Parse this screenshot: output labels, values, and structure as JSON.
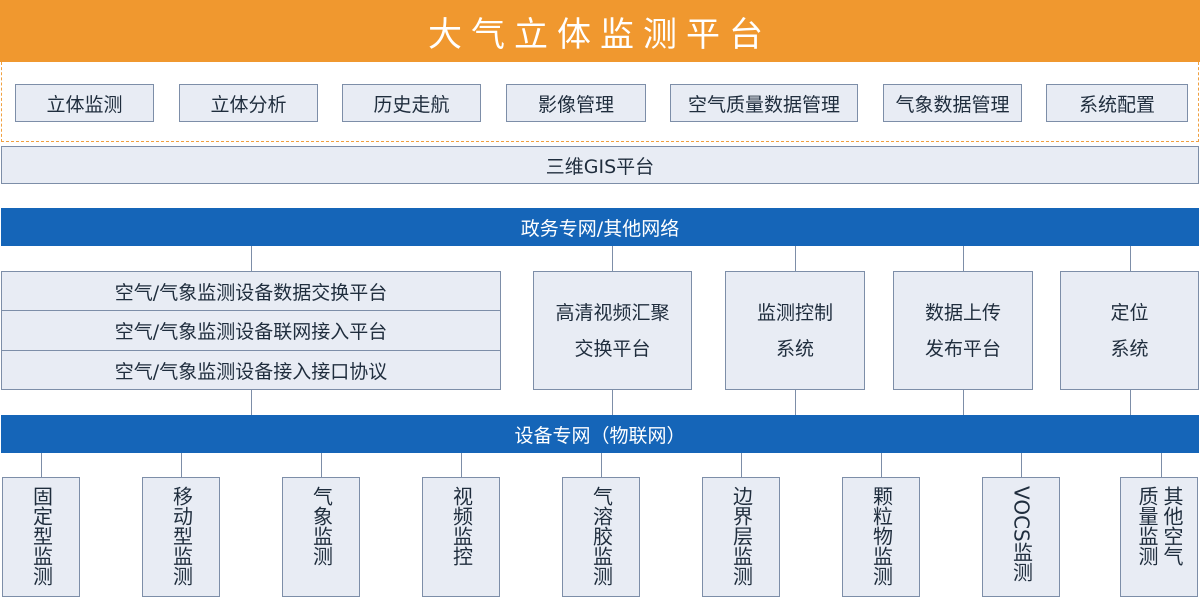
{
  "title": "大气立体监测平台",
  "applications": [
    "立体监测",
    "立体分析",
    "历史走航",
    "影像管理",
    "空气质量数据管理",
    "气象数据管理",
    "系统配置"
  ],
  "gis_platform": "三维GIS平台",
  "gov_network": "政务专网/其他网络",
  "exchange_stack": [
    "空气/气象监测设备数据交换平台",
    "空气/气象监测设备联网接入平台",
    "空气/气象监测设备接入接口协议"
  ],
  "services": [
    [
      "高清视频汇聚",
      "交换平台"
    ],
    [
      "监测控制",
      "系统"
    ],
    [
      "数据上传",
      "发布平台"
    ],
    [
      "定位",
      "系统"
    ]
  ],
  "device_network": "设备专网（物联网）",
  "devices": [
    "固定型监测",
    "移动型监测",
    "气象监测",
    "视频监控",
    "气溶胶监测",
    "边界层监测",
    "颗粒物监测",
    "VOCS监测"
  ],
  "last_device": [
    "其他空气",
    "质量监测"
  ],
  "colors": {
    "title_bg": "#f0982f",
    "network_bar": "#1565b8",
    "box_bg": "#e8ecf4",
    "box_border": "#7d8ea8"
  }
}
